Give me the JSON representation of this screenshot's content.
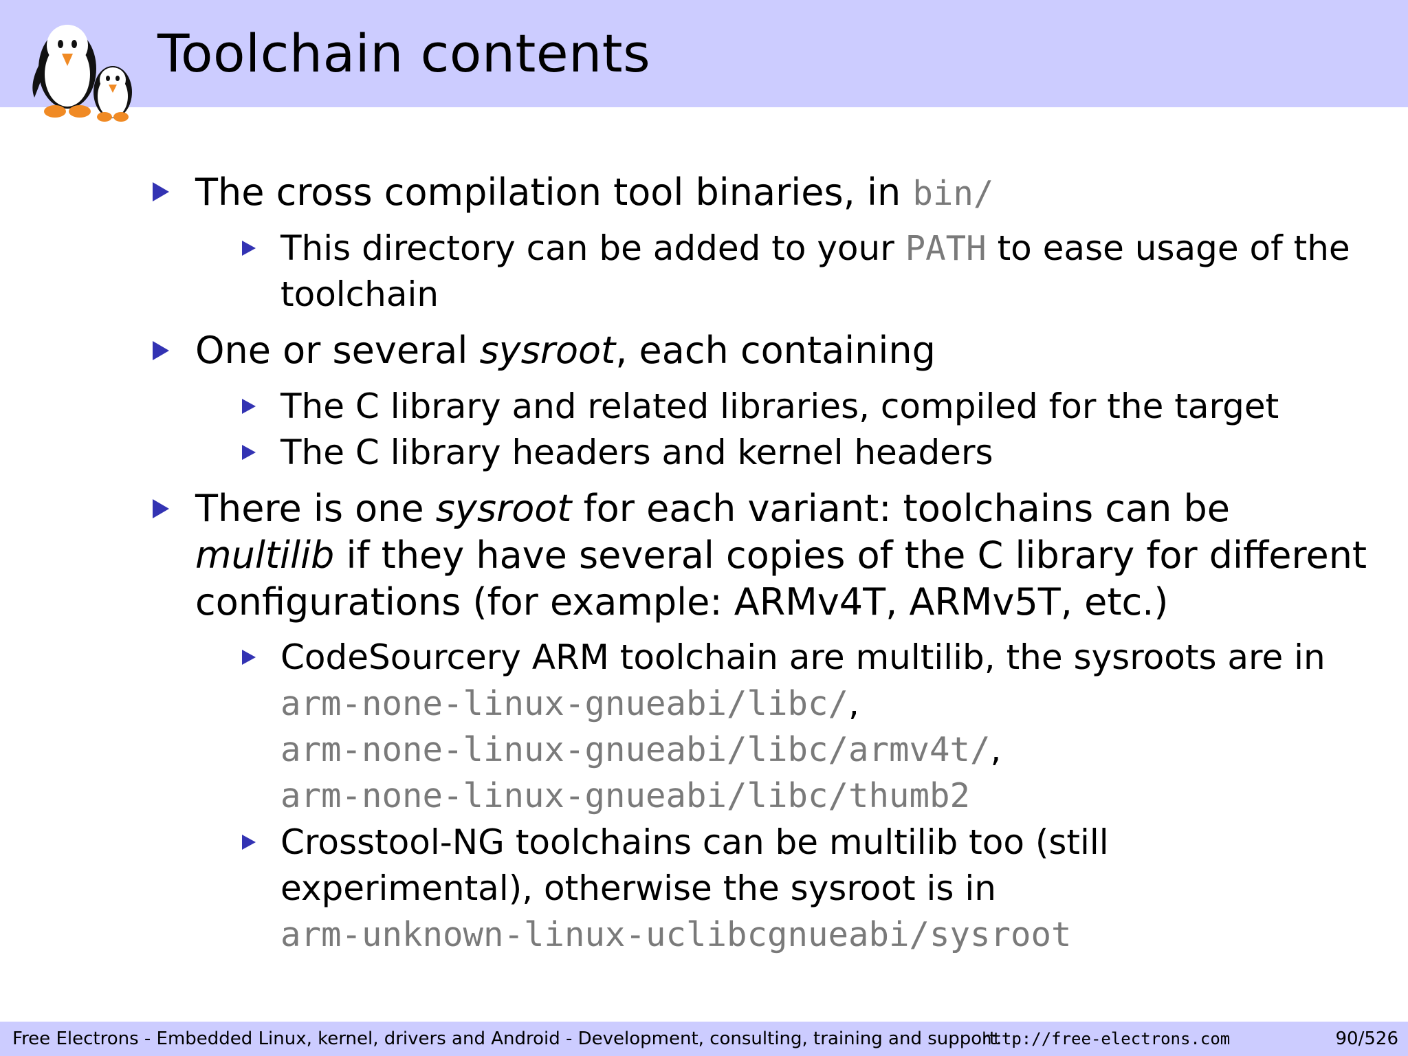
{
  "slide": {
    "title": "Toolchain contents"
  },
  "bullets": {
    "b1": {
      "text_before": "The cross compilation tool binaries, in ",
      "code": "bin/"
    },
    "b1_1": {
      "text_before": "This directory can be added to your ",
      "code": "PATH",
      "text_after": " to ease usage of the",
      "line2": "toolchain"
    },
    "b2": {
      "text_before": "One or several ",
      "italic": "sysroot",
      "text_after": ", each containing"
    },
    "b2_1": {
      "text": "The C library and related libraries, compiled for the target"
    },
    "b2_2": {
      "text": "The C library headers and kernel headers"
    },
    "b3": {
      "line1_before": "There is one ",
      "line1_italic": "sysroot",
      "line1_after": " for each variant: toolchains can be",
      "line2_italic": "multilib",
      "line2_after": " if they have several copies of the C library for different",
      "line3": "configurations (for example: ARMv4T, ARMv5T, etc.)"
    },
    "b3_1": {
      "line1": "CodeSourcery ARM toolchain are multilib, the sysroots are in",
      "path1": "arm-none-linux-gnueabi/libc/",
      "path2": "arm-none-linux-gnueabi/libc/armv4t/",
      "path3": "arm-none-linux-gnueabi/libc/thumb2",
      "comma": ","
    },
    "b3_2": {
      "line1": "Crosstool-NG toolchains can be multilib too (still",
      "line2": "experimental), otherwise the sysroot is in",
      "path": "arm-unknown-linux-uclibcgnueabi/sysroot"
    }
  },
  "footer": {
    "text": "Free Electrons - Embedded Linux, kernel, drivers and Android - Development, consulting, training and support.",
    "url": "http://free-electrons.com",
    "page": "90/526"
  },
  "colors": {
    "header_bg": "#ccccff",
    "bullet": "#3333b3",
    "code_text": "#7a7a7a"
  },
  "icons": {
    "logo": "penguins-logo-icon",
    "bullet": "triangle-bullet-icon"
  }
}
